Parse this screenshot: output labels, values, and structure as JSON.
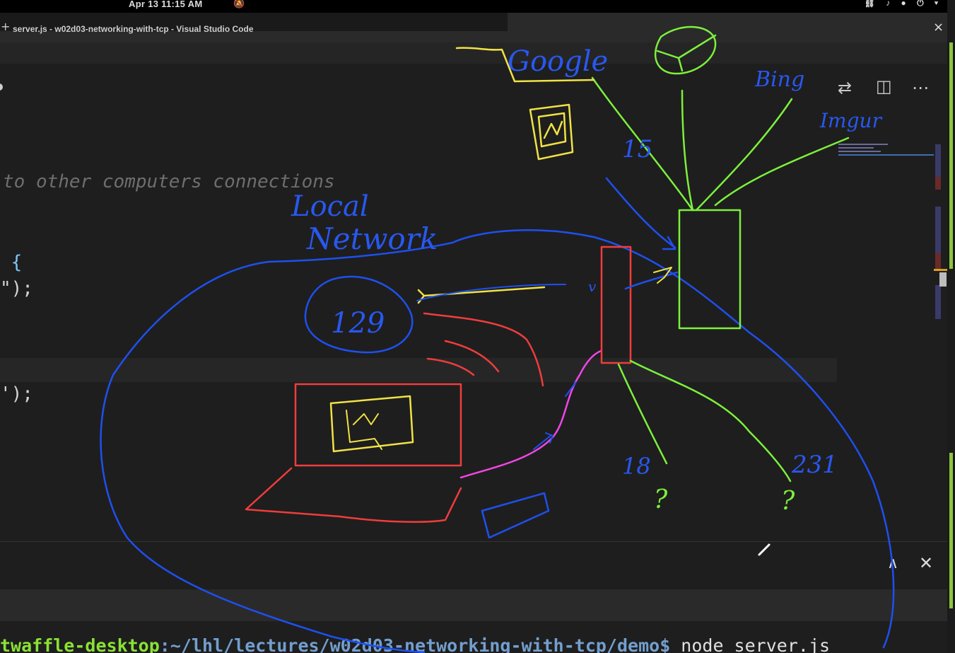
{
  "system_bar": {
    "clock": "Apr 13 11:15 AM",
    "bell_icon": "bell-off-icon",
    "tray_icons": [
      "network-icon",
      "volume-icon",
      "microphone-icon",
      "power-icon",
      "chevron-down-icon"
    ],
    "tray_glyphs": "⛓ ♪ ● ⏻ ▾",
    "bell_glyph": "🔕"
  },
  "window": {
    "title": "server.js - w02d03-networking-with-tcp - Visual Studio Code",
    "new_tab_glyph": "+",
    "close_glyph": "×"
  },
  "editor": {
    "lines": [
      {
        "text": "to other computers connections",
        "kind": "comment"
      },
      {
        "text": " {",
        "kind": "brace"
      },
      {
        "text": "\");",
        "kind": "punct"
      },
      {
        "text": "');",
        "kind": "punct"
      }
    ],
    "toolbar": {
      "compare_glyph": "⇄",
      "split_glyph": "◫",
      "more_glyph": "⋯"
    }
  },
  "panel": {
    "maximize_glyph": "∧",
    "close_glyph": "✕"
  },
  "terminal": {
    "host": "twaffle-desktop",
    "path": ":~/lhl/lectures/w02d03-networking-with-tcp/demo$",
    "command": " node server.js"
  },
  "annotations": {
    "google": "Google",
    "bing": "Bing",
    "imgur": "Imgur",
    "local_network": [
      "Local",
      "Network"
    ],
    "label_129": "129",
    "label_15": "15",
    "label_18": "18",
    "label_231": "231",
    "question": "?"
  },
  "colors": {
    "blue_ink": "#1e50f0",
    "green_ink": "#7df03c",
    "yellow_ink": "#f0e246",
    "red_ink": "#f03c3c",
    "magenta_ink": "#f046e6",
    "terminal_host": "#8ae234",
    "terminal_path": "#729fcf"
  }
}
